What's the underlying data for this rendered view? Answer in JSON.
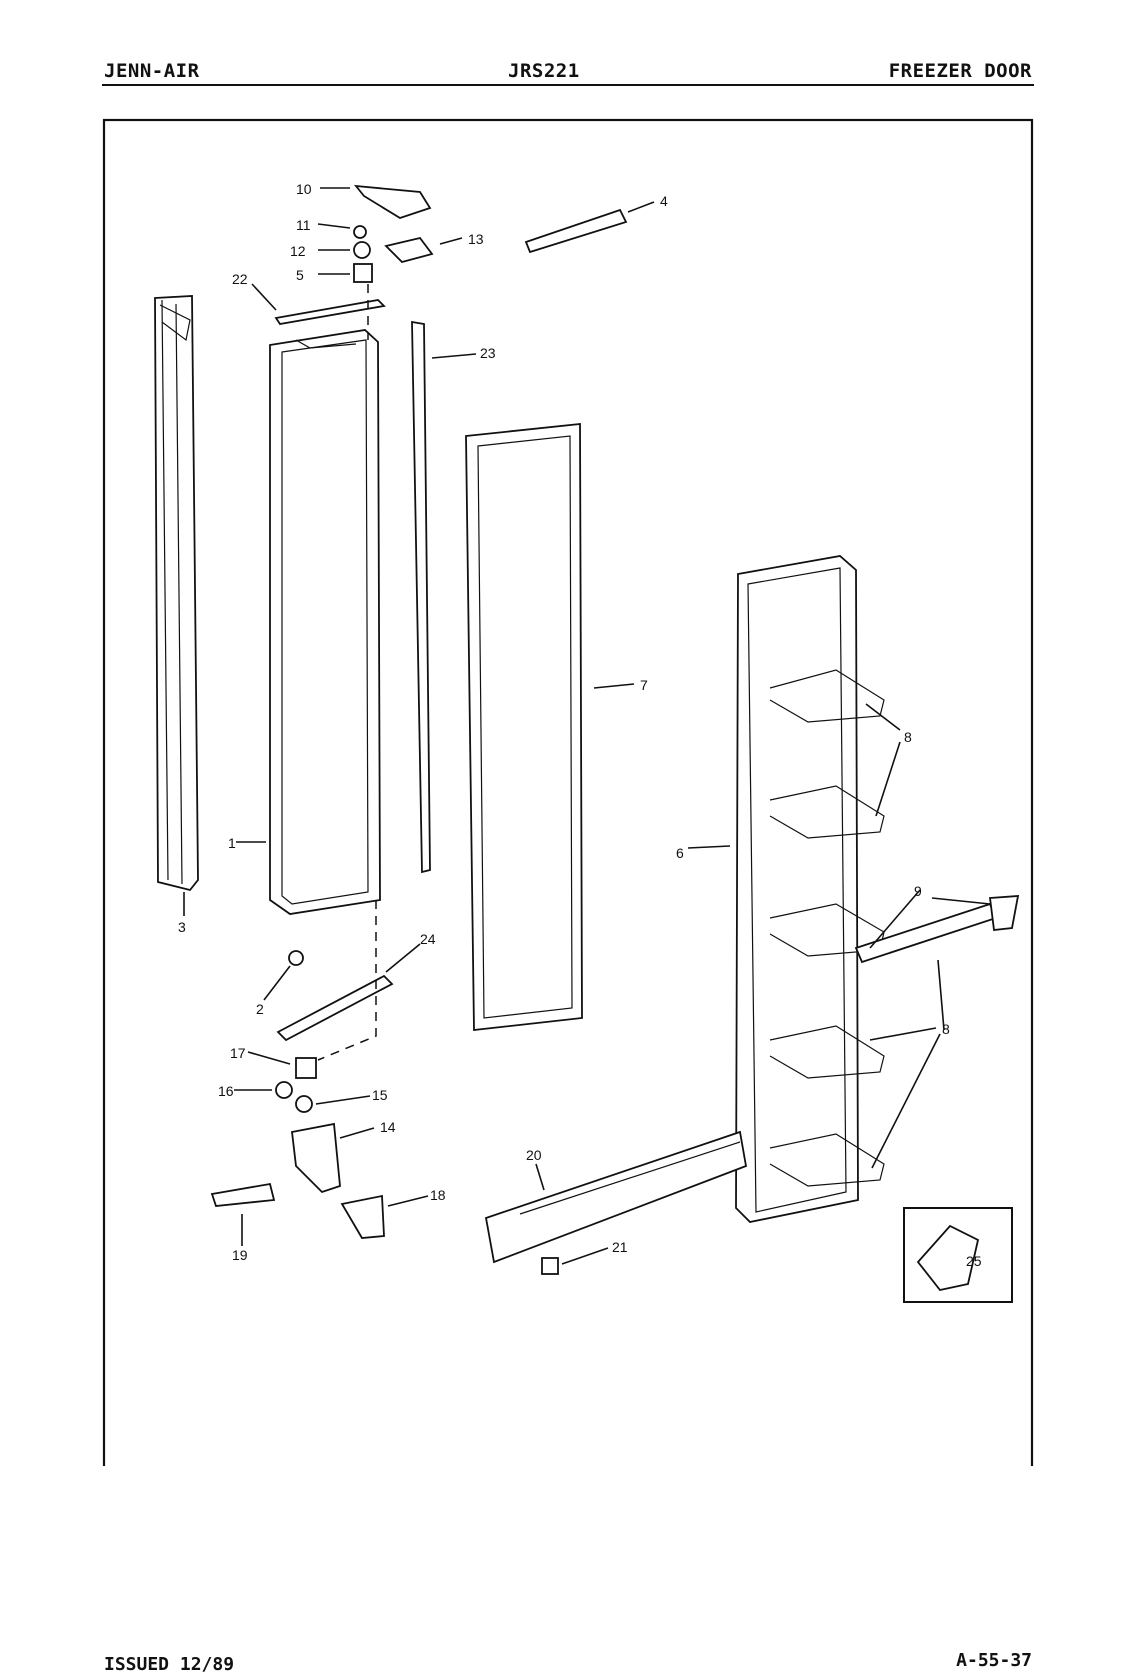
{
  "header": {
    "brand": "JENN-AIR",
    "model": "JRS221",
    "section": "FREEZER DOOR"
  },
  "footer": {
    "issued": "ISSUED 12/89",
    "code": "A-55-37"
  },
  "callouts": [
    "1",
    "2",
    "3",
    "4",
    "5",
    "6",
    "7",
    "8",
    "9",
    "10",
    "11",
    "12",
    "13",
    "14",
    "15",
    "16",
    "17",
    "18",
    "19",
    "20",
    "21",
    "22",
    "23",
    "24",
    "25"
  ]
}
